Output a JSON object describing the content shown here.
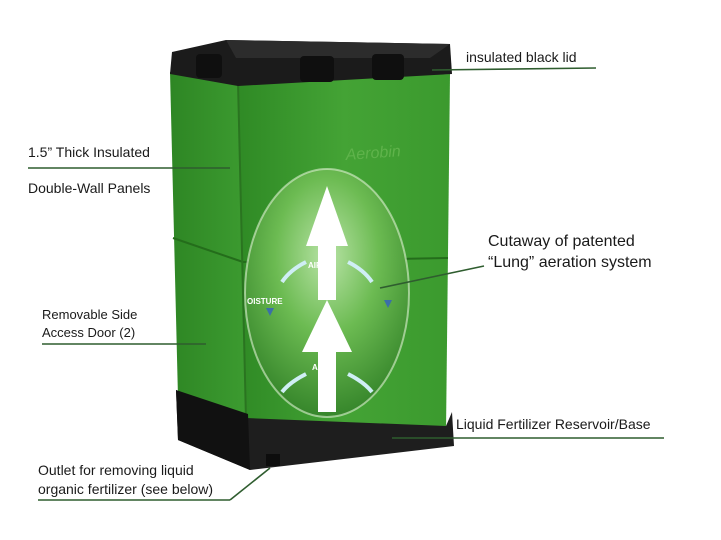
{
  "labels": {
    "lid": "insulated black lid",
    "panels_line1": "1.5” Thick Insulated",
    "panels_line2": "Double-Wall Panels",
    "cutaway_line1": "Cutaway of patented",
    "cutaway_line2": "“Lung” aeration system",
    "door_line1": "Removable Side",
    "door_line2": "Access Door (2)",
    "reservoir": "Liquid Fertilizer Reservoir/Base",
    "outlet_line1": "Outlet for removing liquid",
    "outlet_line2": "organic fertilizer (see below)"
  },
  "product": {
    "brand_text": "Aerobin",
    "air_upper": "AIR",
    "air_lower": "AIR",
    "moisture": "OISTURE"
  },
  "colors": {
    "bin_green": "#3f9b2f",
    "bin_dark_green": "#2c7a22",
    "lid_black": "#1b1b1b",
    "leader_line": "#2f5d2f"
  },
  "icons": [
    "arrow-icon"
  ]
}
